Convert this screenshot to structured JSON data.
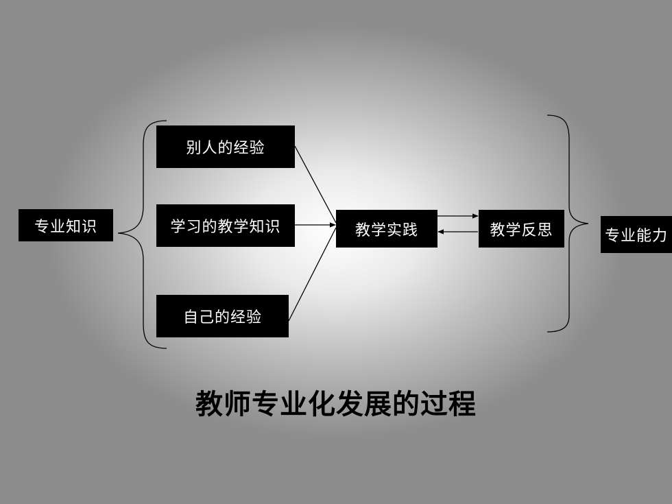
{
  "diagram": {
    "left_node": "专业知识",
    "inputs": [
      "别人的经验",
      "学习的教学知识",
      "自己的经验"
    ],
    "practice_node": "教学实践",
    "reflection_node": "教学反思",
    "right_node": "专业能力"
  },
  "title": "教师专业化发展的过程",
  "colors": {
    "box_bg": "#000000",
    "box_text": "#ffffff",
    "line": "#000000",
    "title": "#000000"
  }
}
